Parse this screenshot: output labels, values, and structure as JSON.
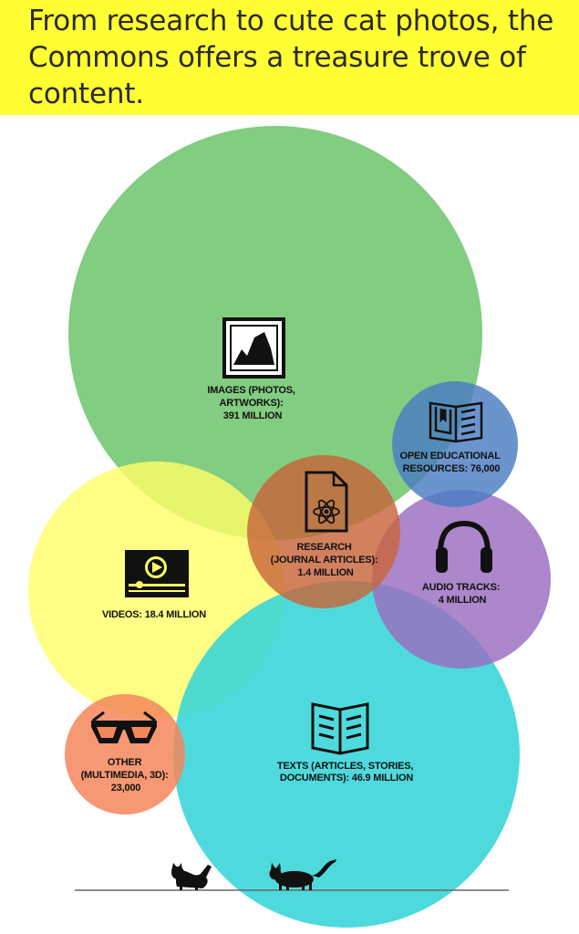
{
  "headline": "From research to cute cat photos, the Commons offers a treasure trove of content.",
  "colors": {
    "header_bg": "#ffff33",
    "images": "#6cc46b",
    "videos": "#ffff66",
    "texts": "#35d5d8",
    "research": "#c8653a",
    "oer": "#4a7cc2",
    "audio": "#9a6cc0",
    "other": "#f4865c"
  },
  "categories": [
    {
      "id": "images",
      "icon": "picture-frame-icon",
      "label_lines": [
        "IMAGES (PHOTOS,",
        "ARTWORKS):",
        "391 MILLION"
      ],
      "count": 391000000
    },
    {
      "id": "videos",
      "icon": "video-player-icon",
      "label_lines": [
        "VIDEOS: 18.4 MILLION"
      ],
      "count": 18400000
    },
    {
      "id": "texts",
      "icon": "open-book-icon",
      "label_lines": [
        "TEXTS (ARTICLES, STORIES,",
        "DOCUMENTS): 46.9 MILLION"
      ],
      "count": 46900000
    },
    {
      "id": "research",
      "icon": "atom-document-icon",
      "label_lines": [
        "RESEARCH",
        "(JOURNAL ARTICLES):",
        "1.4 MILLION"
      ],
      "count": 1400000
    },
    {
      "id": "oer",
      "icon": "open-textbook-icon",
      "label_lines": [
        "OPEN EDUCATIONAL",
        "RESOURCES: 76,000"
      ],
      "count": 76000
    },
    {
      "id": "audio",
      "icon": "headphones-icon",
      "label_lines": [
        "AUDIO TRACKS:",
        "4 MILLION"
      ],
      "count": 4000000
    },
    {
      "id": "other",
      "icon": "3d-glasses-icon",
      "label_lines": [
        "OTHER",
        "(MULTIMEDIA, 3D):",
        "23,000"
      ],
      "count": 23000
    }
  ]
}
